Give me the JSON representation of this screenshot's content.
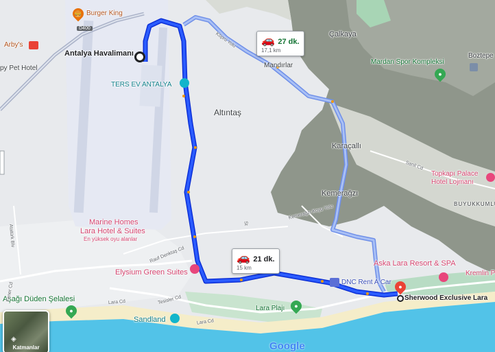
{
  "map": {
    "routes": {
      "primary": {
        "time": "21 dk.",
        "distance": "15 km"
      },
      "alternate": {
        "time": "27 dk.",
        "distance": "17,1 km"
      }
    },
    "origin": "Antalya Havalimanı",
    "destination": "Sherwood Exclusive Lara",
    "places": {
      "burger_king": "Burger King",
      "arbys": "Arby's",
      "pet_hotel": "py Pet Hotel",
      "road_shield": "D400",
      "ters_ev": "TERS EV ANTALYA",
      "altintas": "Altıntaş",
      "calkaya": "Çalkaya",
      "mandirlar": "Mandırlar",
      "mardan": "Mardan Spor Kompleksi",
      "boztepe": "Boztepe",
      "karacalli": "Karaçallı",
      "kemeragzi": "Kemerağzı",
      "topkapi_1": "Topkapı Palace",
      "topkapi_2": "Hotel Lojmanı",
      "buyukkumlu": "BUYUKKUMLU",
      "marine_1": "Marine Homes",
      "marine_2": "Lara Hotel & Suites",
      "marine_3": "En yüksek oyu alanlar",
      "elysium": "Elysium Green Suites",
      "aska": "Aska Lara Resort & SPA",
      "kremlin": "Kremlin P",
      "dnc": "DNC Rent A Car",
      "asagi_duden": "Aşağı Düden Şelalesi",
      "sandland": "Sandland",
      "lara_plaji": "Lara Plajı",
      "google": "Google"
    },
    "roads": {
      "lara_cd_1": "Lara Cd",
      "lara_cd_2": "Lara Cd",
      "tesisler": "Tesisler Cd",
      "rauf": "Rauf Denktaş Cd",
      "kemeragzi_yolu": "Kemerağzı Koyu Yolu",
      "fener": "Fener Cd",
      "sanil": "Sanil Cd",
      "kopru": "Köprü Yolu",
      "ataturk": "Atatürk Blv",
      "st": "St"
    },
    "layers_button": "Katmanlar",
    "colors": {
      "route_primary": "#1a47f0",
      "route_alternate": "#8aa8f0",
      "sea": "#52c3e8",
      "water_shallow": "#aadaff",
      "hills": "#8a9186",
      "park": "#b8dcc4",
      "airport": "#e8ecf5"
    }
  }
}
